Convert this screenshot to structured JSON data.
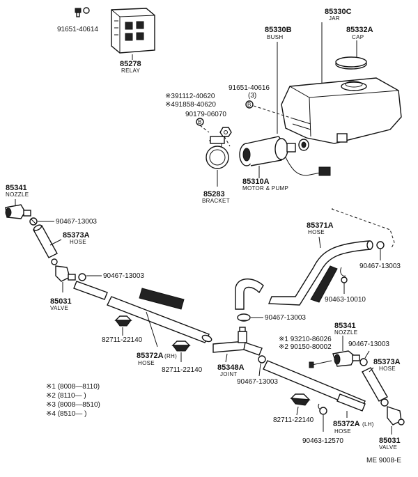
{
  "labels": {
    "bolt_91651_40614": "91651-40614",
    "relay": "85278",
    "relay_sub": "RELAY",
    "jar": "85330C",
    "jar_sub": "JAR",
    "cap": "85332A",
    "cap_sub": "CAP",
    "bush": "85330B",
    "bush_sub": "BUSH",
    "bolt_91651_40616": "91651-40616",
    "bolt_qty": "(3)",
    "note_391112": "※391112-40620",
    "note_491858": "※491858-40620",
    "nut_90179": "90179-06070",
    "motor": "85310A",
    "motor_sub": "MOTOR & PUMP",
    "bracket": "85283",
    "bracket_sub": "BRACKET",
    "nozzle_left": "85341",
    "nozzle_left_sub": "NOZZLE",
    "clip_top_left": "90467-13003",
    "hose_left": "85373A",
    "hose_left_sub": "HOSE",
    "clip_mid_left": "90467-13003",
    "valve_left": "85031",
    "valve_left_sub": "VALVE",
    "hose_right_main": "85371A",
    "hose_right_main_sub": "HOSE",
    "clip_right_top": "90467-13003",
    "clip_90463_10010": "90463-10010",
    "clip_center": "90467-13003",
    "nozzle_right": "85341",
    "nozzle_right_sub": "NOZZLE",
    "note_93210": "※1 93210-86026",
    "note_90150": "※2 90150-80002",
    "clip_right_nozzle": "90467-13003",
    "hose_right_short": "85373A",
    "hose_right_short_sub": "HOSE",
    "clamp_1": "82711-22140",
    "hose_rh": "85372A",
    "hose_rh_tag": "(RH)",
    "hose_rh_sub": "HOSE",
    "clamp_2": "82711-22140",
    "joint": "85348A",
    "joint_sub": "JOINT",
    "clip_joint": "90467-13003",
    "clamp_3": "82711-22140",
    "hose_lh": "85372A",
    "hose_lh_tag": "(LH)",
    "hose_lh_sub": "HOSE",
    "clip_90463_12570": "90463-12570",
    "valve_right": "85031",
    "valve_right_sub": "VALVE"
  },
  "legend": [
    "※1 (8008—8110)",
    "※2 (8110—        )",
    "※3 (8008—8510)",
    "※4 (8510—        )"
  ],
  "footer_code": "ME 9008-E"
}
